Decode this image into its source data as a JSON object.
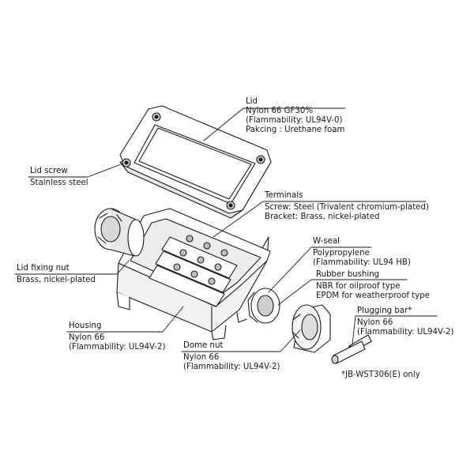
{
  "labels": {
    "lid": {
      "title": "Lid",
      "lines": [
        "Nylon 66 GF30%",
        "(Flammability: UL94V-0)",
        "Pakcing : Urethane foam"
      ]
    },
    "lid_screw": {
      "title": "Lid screw",
      "lines": [
        "Stainless steel"
      ]
    },
    "terminals": {
      "title": "Terminals",
      "lines": [
        "Screw: Steel (Trivalent chromium-plated)",
        "Bracket: Brass, nickel-plated"
      ]
    },
    "w_seal": {
      "title": "W-seal",
      "lines": [
        "Polypropylene",
        "(Flammability: UL94 HB)"
      ]
    },
    "rubber_bushing": {
      "title": "Rubber bushing",
      "lines": [
        "NBR for oilproof type",
        "EPDM for weatherproof type"
      ]
    },
    "lid_fixing_nut": {
      "title": "Lid fixing nut",
      "lines": [
        "Brass, nickel-plated"
      ]
    },
    "plugging_bar": {
      "title": "Plugging bar*",
      "lines": [
        "Nylon 66",
        "(Flammability: UL94V-2)"
      ]
    },
    "housing": {
      "title": "Housing",
      "lines": [
        "Nylon 66",
        "(Flammability: UL94V-2)"
      ]
    },
    "dome_nut": {
      "title": "Dome nut",
      "lines": [
        "Nylon 66",
        "(Flammability: UL94V-2)"
      ]
    },
    "footnote": "*JB-WST306(E) only"
  },
  "colors": {
    "line": "#1a1a1a",
    "part_fill": "#ffffff",
    "shade": "#dcdcdc",
    "text": "#1a1a1a"
  }
}
